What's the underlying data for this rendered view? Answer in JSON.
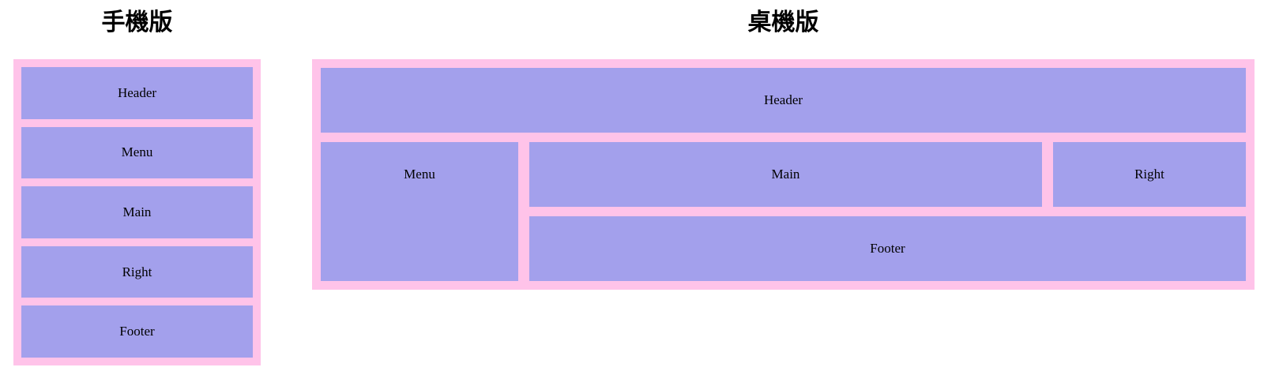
{
  "colors": {
    "page_bg": "#ffffff",
    "container": "#ffc3e9",
    "box": "#a3a0ec",
    "text": "#000000",
    "title": "#000000"
  },
  "mobile": {
    "title": "手機版",
    "boxes": [
      {
        "label": "Header"
      },
      {
        "label": "Menu"
      },
      {
        "label": "Main"
      },
      {
        "label": "Right"
      },
      {
        "label": "Footer"
      }
    ]
  },
  "desktop": {
    "title": "桌機版",
    "boxes": {
      "header": {
        "label": "Header"
      },
      "menu": {
        "label": "Menu"
      },
      "main": {
        "label": "Main"
      },
      "right": {
        "label": "Right"
      },
      "footer": {
        "label": "Footer"
      }
    }
  }
}
